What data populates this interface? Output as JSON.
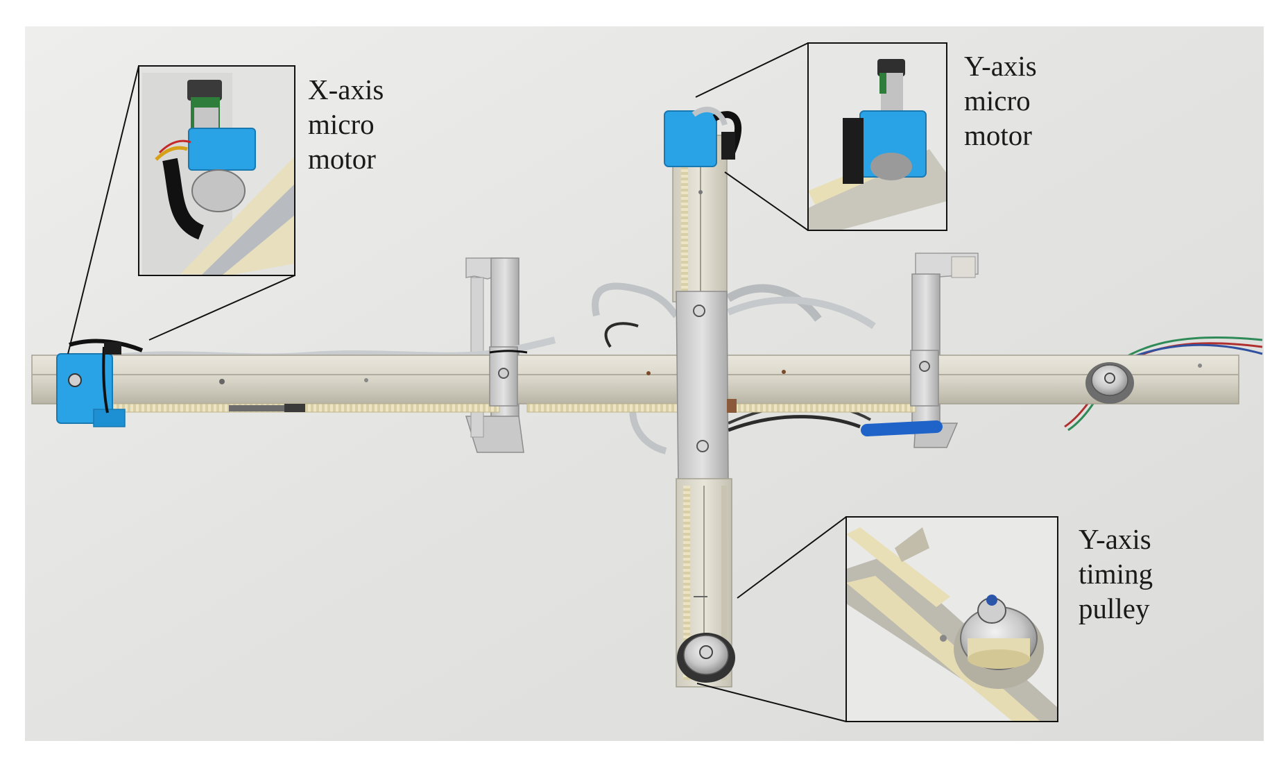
{
  "colors": {
    "background": "#e6e6e4",
    "rail": "#dcd9cf",
    "rail_edge": "#a8a596",
    "bracket": "#d3d3d3",
    "printed_part": "#2aa3e6",
    "belt": "#ebe3c2",
    "cable": "#c7cacc",
    "callout_border": "#111111"
  },
  "labels": {
    "x_motor": [
      "X-axis",
      "micro",
      "motor"
    ],
    "y_motor": [
      "Y-axis",
      "micro",
      "motor"
    ],
    "y_pulley": [
      "Y-axis",
      "timing",
      "pulley"
    ]
  },
  "icons": [
    "x-motor-icon",
    "y-motor-icon",
    "pulley-icon"
  ]
}
